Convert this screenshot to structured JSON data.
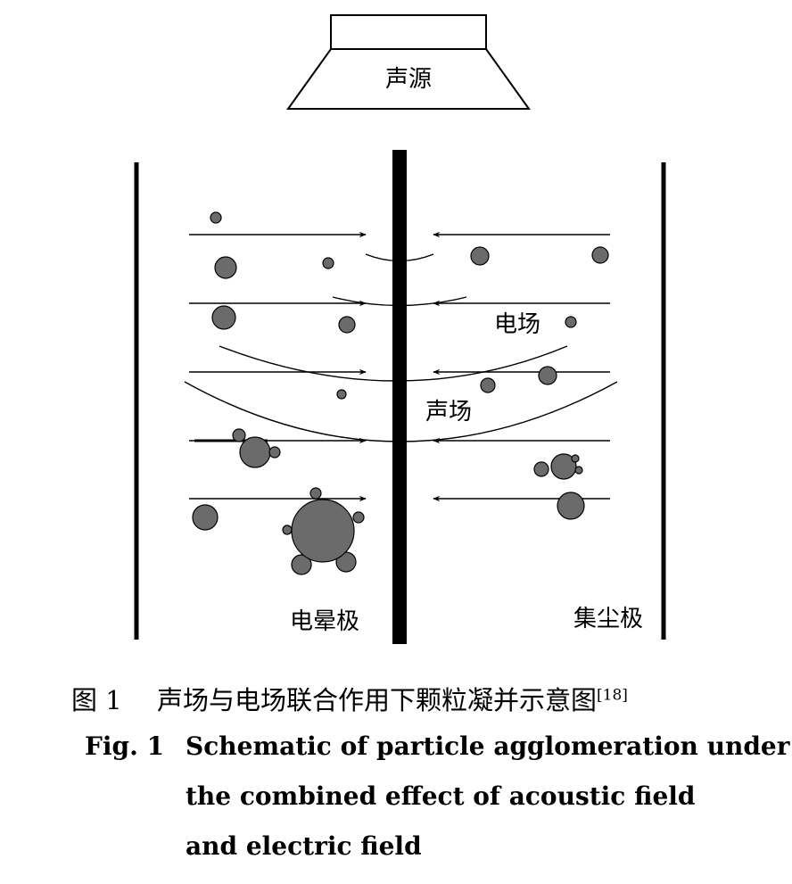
{
  "diagram": {
    "labels": {
      "source": "声源",
      "electric_field": "电场",
      "acoustic_field": "声场",
      "corona_electrode": "电晕极",
      "collector_electrode": "集尘极"
    },
    "particle_color": "#6b6b6b"
  },
  "caption": {
    "cn_figure_number": "图 1",
    "cn_title": "声场与电场联合作用下颗粒凝并示意图",
    "cn_reference": "[18]",
    "en_figure_number": "Fig. 1",
    "en_title_lines": [
      "Schematic of particle agglomeration under",
      "the combined effect of acoustic field",
      "and electric field"
    ]
  }
}
